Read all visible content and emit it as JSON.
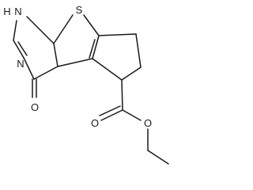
{
  "molecule": {
    "atoms": {
      "nh": "H",
      "n1": "N",
      "n3": "N",
      "s": "S",
      "o_keto": "O",
      "o_ester_carbonyl": "O",
      "o_ester_ether": "O"
    }
  }
}
